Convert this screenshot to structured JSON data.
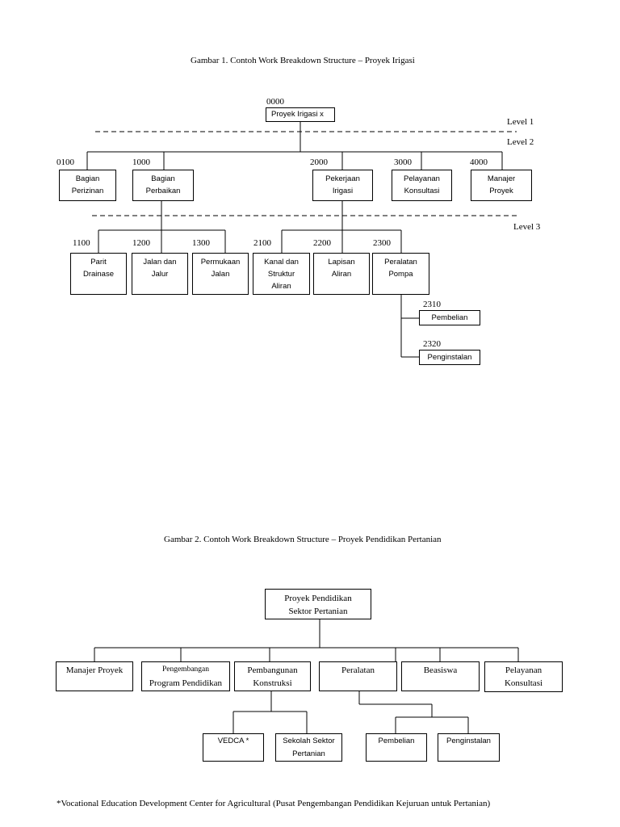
{
  "figure1": {
    "title": "Gambar 1. Contoh Work Breakdown Structure – Proyek Irigasi",
    "levels": [
      "Level 1",
      "Level 2",
      "Level 3"
    ],
    "root": {
      "code": "0000",
      "label": [
        "Proyek Irigasi x"
      ]
    },
    "level2": [
      {
        "code": "0100",
        "label": [
          "Bagian",
          "Perizinan"
        ]
      },
      {
        "code": "1000",
        "label": [
          "Bagian",
          "Perbaikan"
        ]
      },
      {
        "code": "2000",
        "label": [
          "Pekerjaan",
          "Irigasi"
        ]
      },
      {
        "code": "3000",
        "label": [
          "Pelayanan",
          "Konsultasi"
        ]
      },
      {
        "code": "4000",
        "label": [
          "Manajer",
          "Proyek"
        ]
      }
    ],
    "level3": [
      {
        "code": "1100",
        "label": [
          "Parit",
          "Drainase"
        ]
      },
      {
        "code": "1200",
        "label": [
          "Jalan dan",
          "Jalur"
        ]
      },
      {
        "code": "1300",
        "label": [
          "Permukaan",
          "Jalan"
        ]
      },
      {
        "code": "2100",
        "label": [
          "Kanal dan",
          "Struktur",
          "Aliran"
        ]
      },
      {
        "code": "2200",
        "label": [
          "Lapisan",
          "Aliran"
        ]
      },
      {
        "code": "2300",
        "label": [
          "Peralatan",
          "Pompa"
        ]
      }
    ],
    "level4": [
      {
        "code": "2310",
        "label": [
          "Pembelian"
        ]
      },
      {
        "code": "2320",
        "label": [
          "Penginstalan"
        ]
      }
    ]
  },
  "figure2": {
    "title": "Gambar 2. Contoh Work Breakdown Structure – Proyek Pendidikan Pertanian",
    "root": {
      "label": [
        "Proyek Pendidikan",
        "Sektor Pertanian"
      ]
    },
    "level2": [
      {
        "label": [
          "Manajer Proyek"
        ]
      },
      {
        "label": [
          "Pengembangan",
          "Program Pendidikan"
        ]
      },
      {
        "label": [
          "Pembangunan",
          "Konstruksi"
        ]
      },
      {
        "label": [
          "Peralatan"
        ]
      },
      {
        "label": [
          "Beasiswa"
        ]
      },
      {
        "label": [
          "Pelayanan",
          "Konsultasi"
        ]
      }
    ],
    "level3": [
      {
        "label": [
          "VEDCA *"
        ]
      },
      {
        "label": [
          "Sekolah Sektor",
          "Pertanian"
        ]
      },
      {
        "label": [
          "Pembelian"
        ]
      },
      {
        "label": [
          "Penginstalan"
        ]
      }
    ]
  },
  "footnote": "*Vocational Education Development Center for Agricultural (Pusat Pengembangan Pendidikan Kejuruan untuk Pertanian)"
}
